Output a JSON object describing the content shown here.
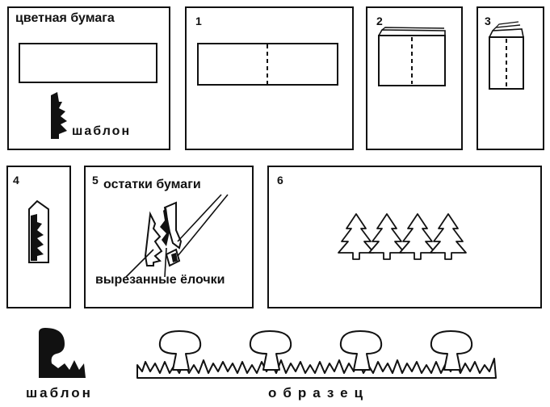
{
  "panel0": {
    "title": "цветная бумага",
    "template_label": "шаблон"
  },
  "panel1": {
    "num": "1"
  },
  "panel2": {
    "num": "2"
  },
  "panel3": {
    "num": "3"
  },
  "panel4": {
    "num": "4"
  },
  "panel5": {
    "num": "5",
    "label_scraps": "остатки бумаги",
    "label_cut_trees": "вырезанные ёлочки"
  },
  "panel6": {
    "num": "6"
  },
  "bottom": {
    "template_label": "шаблон",
    "sample_label": "образец"
  },
  "colors": {
    "ink": "#111111",
    "paper": "#ffffff"
  },
  "icons": [
    "fir-tree-template-icon",
    "fir-tree-row-icon",
    "mushroom-template-icon",
    "mushroom-border-icon"
  ]
}
